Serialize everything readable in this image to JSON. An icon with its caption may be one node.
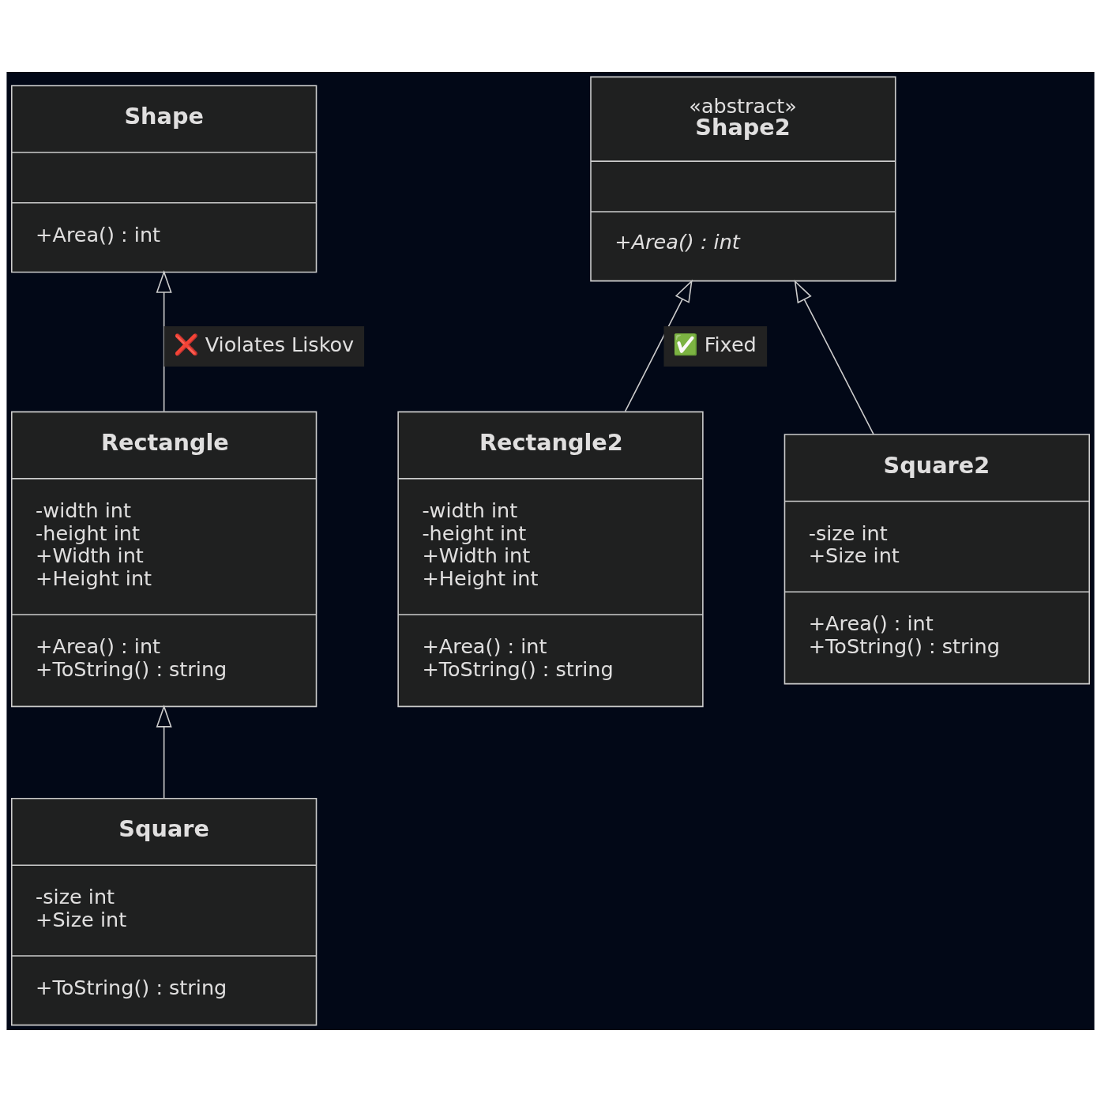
{
  "diagram": {
    "nodes": [
      {
        "text": [
          "Shape",
          "+Area() : int"
        ]
      },
      {
        "text": [
          "«abstract»",
          "Shape2",
          "+Area() : int"
        ]
      },
      {
        "text": [
          "Rectangle",
          "-width int",
          "-height int",
          "+Width int",
          "+Height int",
          "+Area() : int",
          "+ToString() : string"
        ]
      },
      {
        "text": [
          "Rectangle2",
          "-width int",
          "-height int",
          "+Width int",
          "+Height int",
          "+Area() : int",
          "+ToString() : string"
        ]
      },
      {
        "text": [
          "Square2",
          "-size int",
          "+Size int",
          "+Area() : int",
          "+ToString() : string"
        ]
      },
      {
        "text": [
          "Square",
          "-size int",
          "+Size int",
          "+ToString() : string"
        ]
      }
    ],
    "edges": [
      {
        "from": 2,
        "to": 0,
        "arrow": "to",
        "label": "❌ Violates Liskov"
      },
      {
        "from": 5,
        "to": 2,
        "arrow": "to"
      },
      {
        "from": 3,
        "to": 1,
        "arrow": "to",
        "label": "✅ Fixed"
      },
      {
        "from": 4,
        "to": 1,
        "arrow": "to"
      }
    ]
  }
}
